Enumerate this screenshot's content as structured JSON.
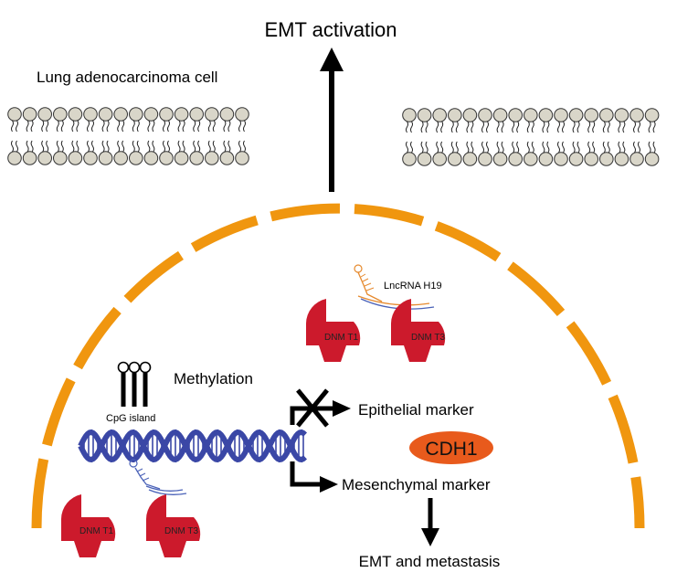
{
  "title": "EMT activation",
  "cell_label": "Lung adenocarcinoma cell",
  "methylation_label": "Methylation",
  "cpg_label": "CpG island",
  "lncrna_label": "LncRNA H19",
  "epithelial_label": "Epithelial marker",
  "mesenchymal_label": "Mesenchymal marker",
  "cdh1_label": "CDH1",
  "outcome_label": "EMT and metastasis",
  "enzymes": {
    "top_left": "DNM T1",
    "top_right": "DNM T3",
    "bottom_left": "DNM T1",
    "bottom_right": "DNM T3"
  },
  "colors": {
    "nuclear_envelope": "#f0960f",
    "enzyme": "#cc1a2c",
    "dna": "#3a47a6",
    "cdh1_fill": "#e85a1c",
    "lipid_head": "#d9d6c9",
    "rna_orange": "#e68a2e",
    "rna_blue": "#4a62b8"
  }
}
